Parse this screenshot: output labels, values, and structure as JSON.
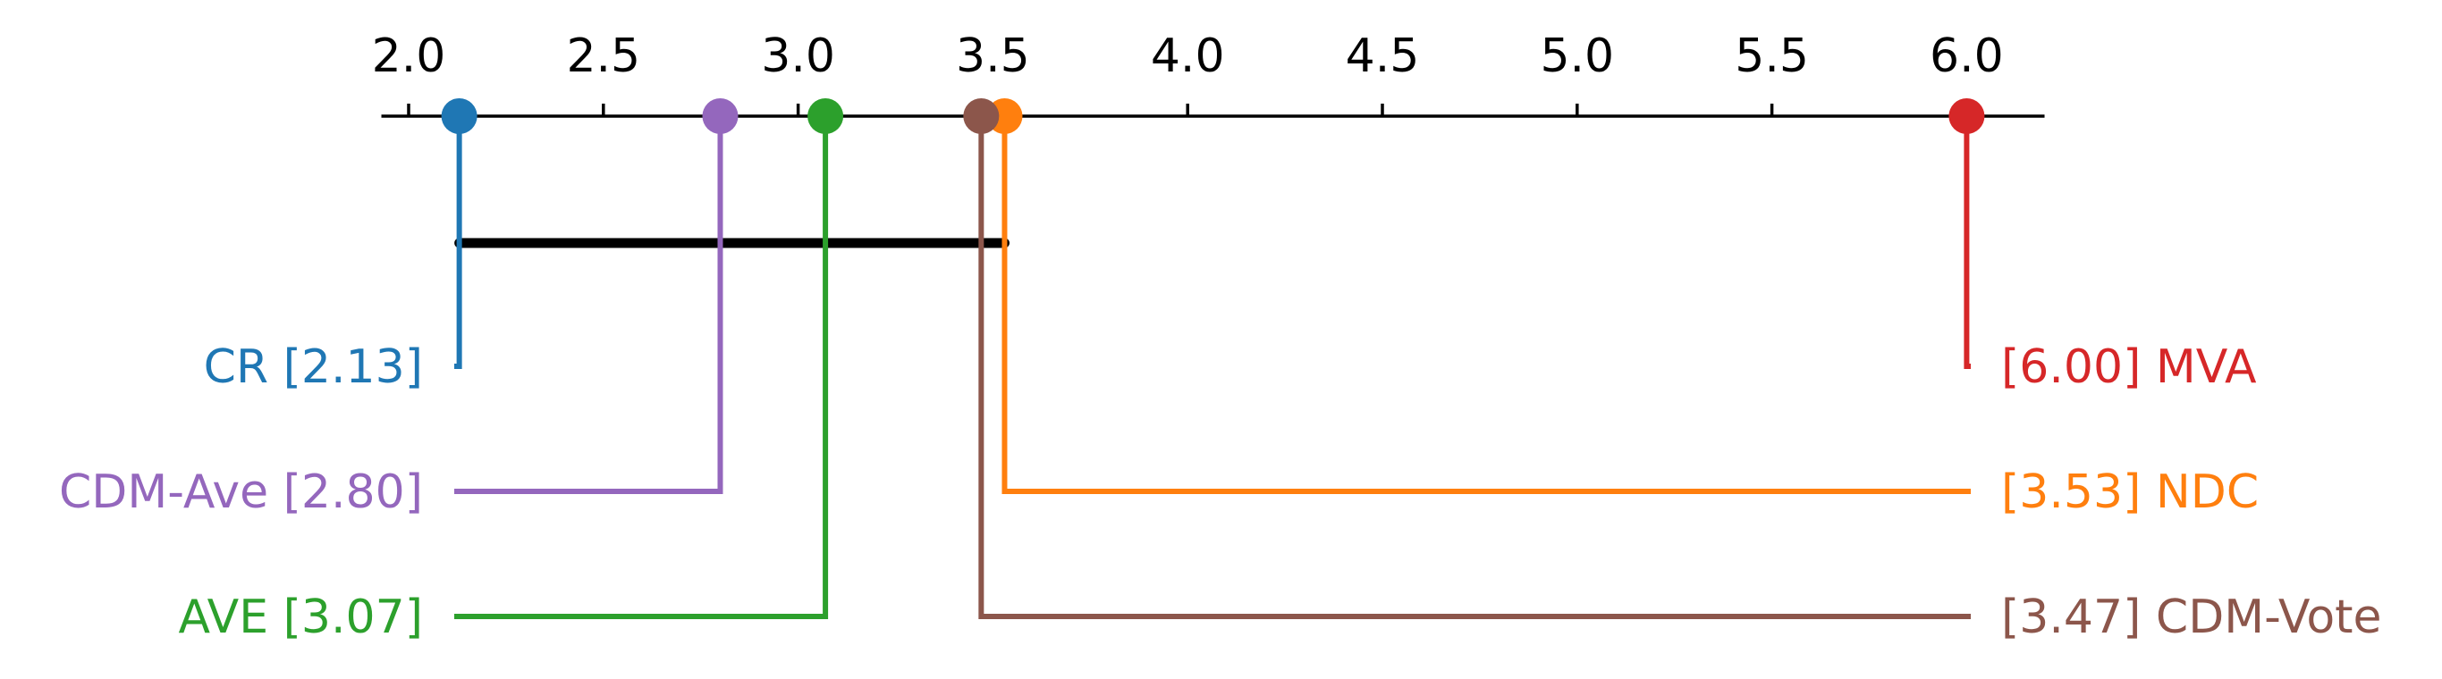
{
  "chart_data": {
    "type": "critical-difference",
    "axis": {
      "min": 1.93,
      "max": 6.2,
      "ticks": [
        2.0,
        2.5,
        3.0,
        3.5,
        4.0,
        4.5,
        5.0,
        5.5,
        6.0
      ],
      "tick_labels": [
        "2.0",
        "2.5",
        "3.0",
        "3.5",
        "4.0",
        "4.5",
        "5.0",
        "5.5",
        "6.0"
      ]
    },
    "methods": [
      {
        "name": "CR",
        "rank": 2.13,
        "color": "#1f77b4",
        "side": "left",
        "label": "CR [2.13]"
      },
      {
        "name": "CDM-Ave",
        "rank": 2.8,
        "color": "#9467bd",
        "side": "left",
        "label": "CDM-Ave [2.80]"
      },
      {
        "name": "AVE",
        "rank": 3.07,
        "color": "#2ca02c",
        "side": "left",
        "label": "AVE [3.07]"
      },
      {
        "name": "MVA",
        "rank": 6.0,
        "color": "#d62728",
        "side": "right",
        "label": "[6.00] MVA"
      },
      {
        "name": "NDC",
        "rank": 3.53,
        "color": "#ff7f0e",
        "side": "right",
        "label": "[3.53] NDC"
      },
      {
        "name": "CDM-Vote",
        "rank": 3.47,
        "color": "#8c564b",
        "side": "right",
        "label": "[3.47] CDM-Vote"
      }
    ],
    "cliques": [
      {
        "from": 2.13,
        "to": 3.53
      }
    ]
  }
}
